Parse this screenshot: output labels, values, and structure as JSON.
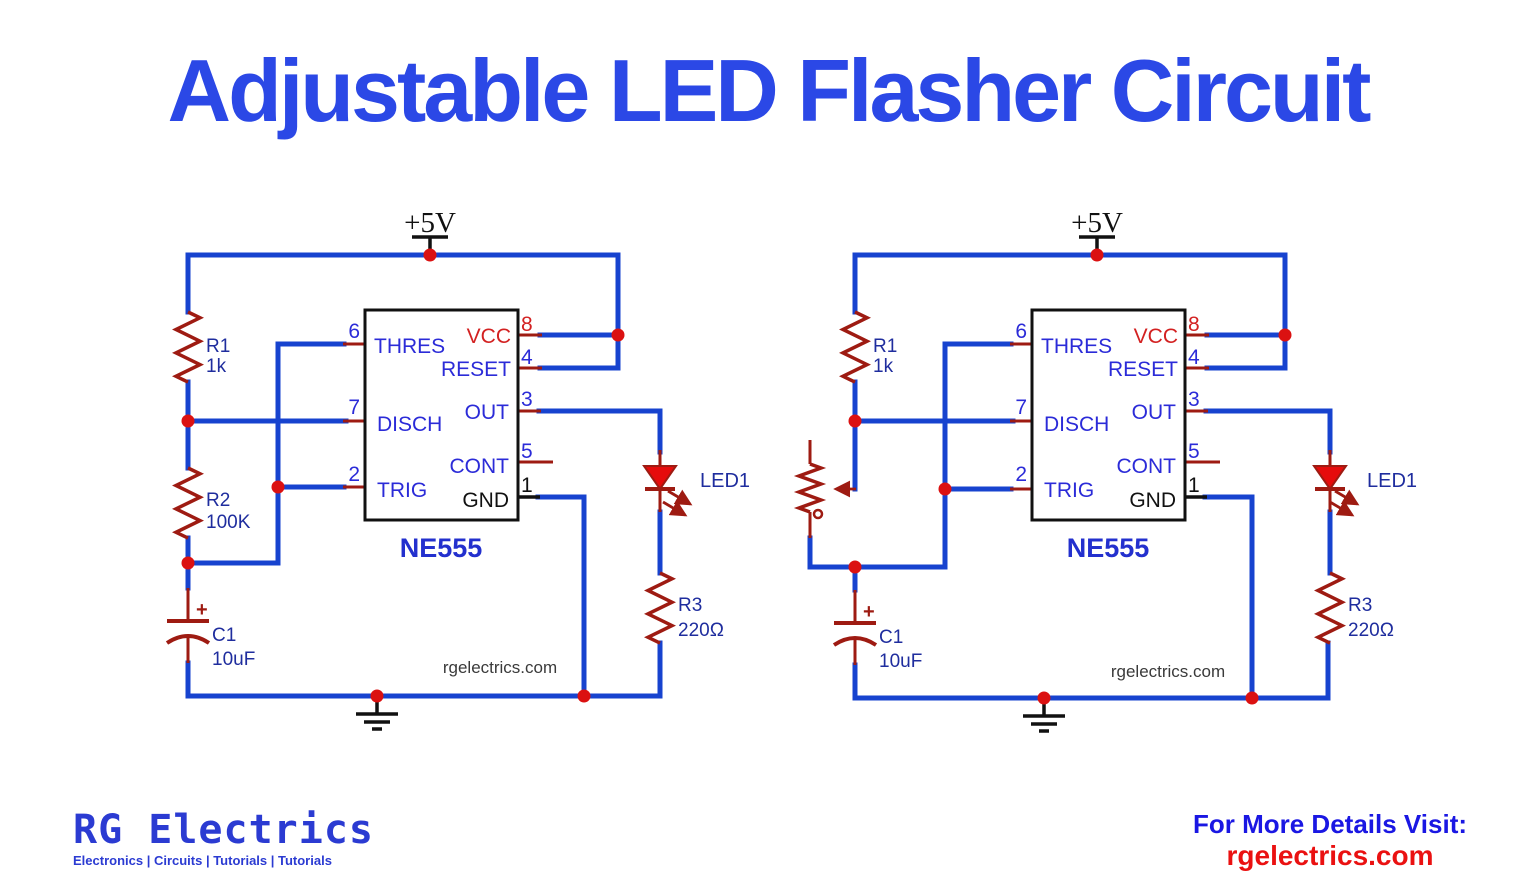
{
  "title": "Adjustable LED Flasher Circuit",
  "logo": {
    "name": "RG Electrics",
    "tagline": "Electronics | Circuits | Tutorials | Tutorials"
  },
  "footer": {
    "line1": "For More Details Visit:",
    "line2": "rgelectrics.com"
  },
  "colors": {
    "wire_blue": "#1743CF",
    "component_red": "#9E1B12",
    "junction_red": "#DB1111",
    "led_red": "#E60C0C",
    "label_navy": "#1F2D9E",
    "ic_label_blue": "#2B2BD8",
    "vcc_label_red": "#D32121",
    "title_blue": "#2B48E6",
    "footer_link_red": "#EA1111"
  },
  "circuit_left": {
    "supply_label": "+5V",
    "ic": {
      "name": "NE555",
      "pins_left": [
        {
          "num": "6",
          "label": "THRES"
        },
        {
          "num": "7",
          "label": "DISCH"
        },
        {
          "num": "2",
          "label": "TRIG"
        }
      ],
      "pins_right": [
        {
          "num": "8",
          "label": "VCC"
        },
        {
          "num": "4",
          "label": "RESET"
        },
        {
          "num": "3",
          "label": "OUT"
        },
        {
          "num": "5",
          "label": "CONT"
        },
        {
          "num": "1",
          "label": "GND"
        }
      ]
    },
    "r1": {
      "ref": "R1",
      "value": "1k"
    },
    "r2": {
      "ref": "R2",
      "value": "100K"
    },
    "r3": {
      "ref": "R3",
      "value": "220Ω"
    },
    "c1": {
      "ref": "C1",
      "value": "10uF",
      "polarity": "+"
    },
    "led": {
      "ref": "LED1"
    },
    "watermark": "rgelectrics.com"
  },
  "circuit_right": {
    "supply_label": "+5V",
    "ic": {
      "name": "NE555",
      "pins_left": [
        {
          "num": "6",
          "label": "THRES"
        },
        {
          "num": "7",
          "label": "DISCH"
        },
        {
          "num": "2",
          "label": "TRIG"
        }
      ],
      "pins_right": [
        {
          "num": "8",
          "label": "VCC"
        },
        {
          "num": "4",
          "label": "RESET"
        },
        {
          "num": "3",
          "label": "OUT"
        },
        {
          "num": "5",
          "label": "CONT"
        },
        {
          "num": "1",
          "label": "GND"
        }
      ]
    },
    "r1": {
      "ref": "R1",
      "value": "1k"
    },
    "r3": {
      "ref": "R3",
      "value": "220Ω"
    },
    "c1": {
      "ref": "C1",
      "value": "10uF",
      "polarity": "+"
    },
    "led": {
      "ref": "LED1"
    },
    "watermark": "rgelectrics.com"
  }
}
